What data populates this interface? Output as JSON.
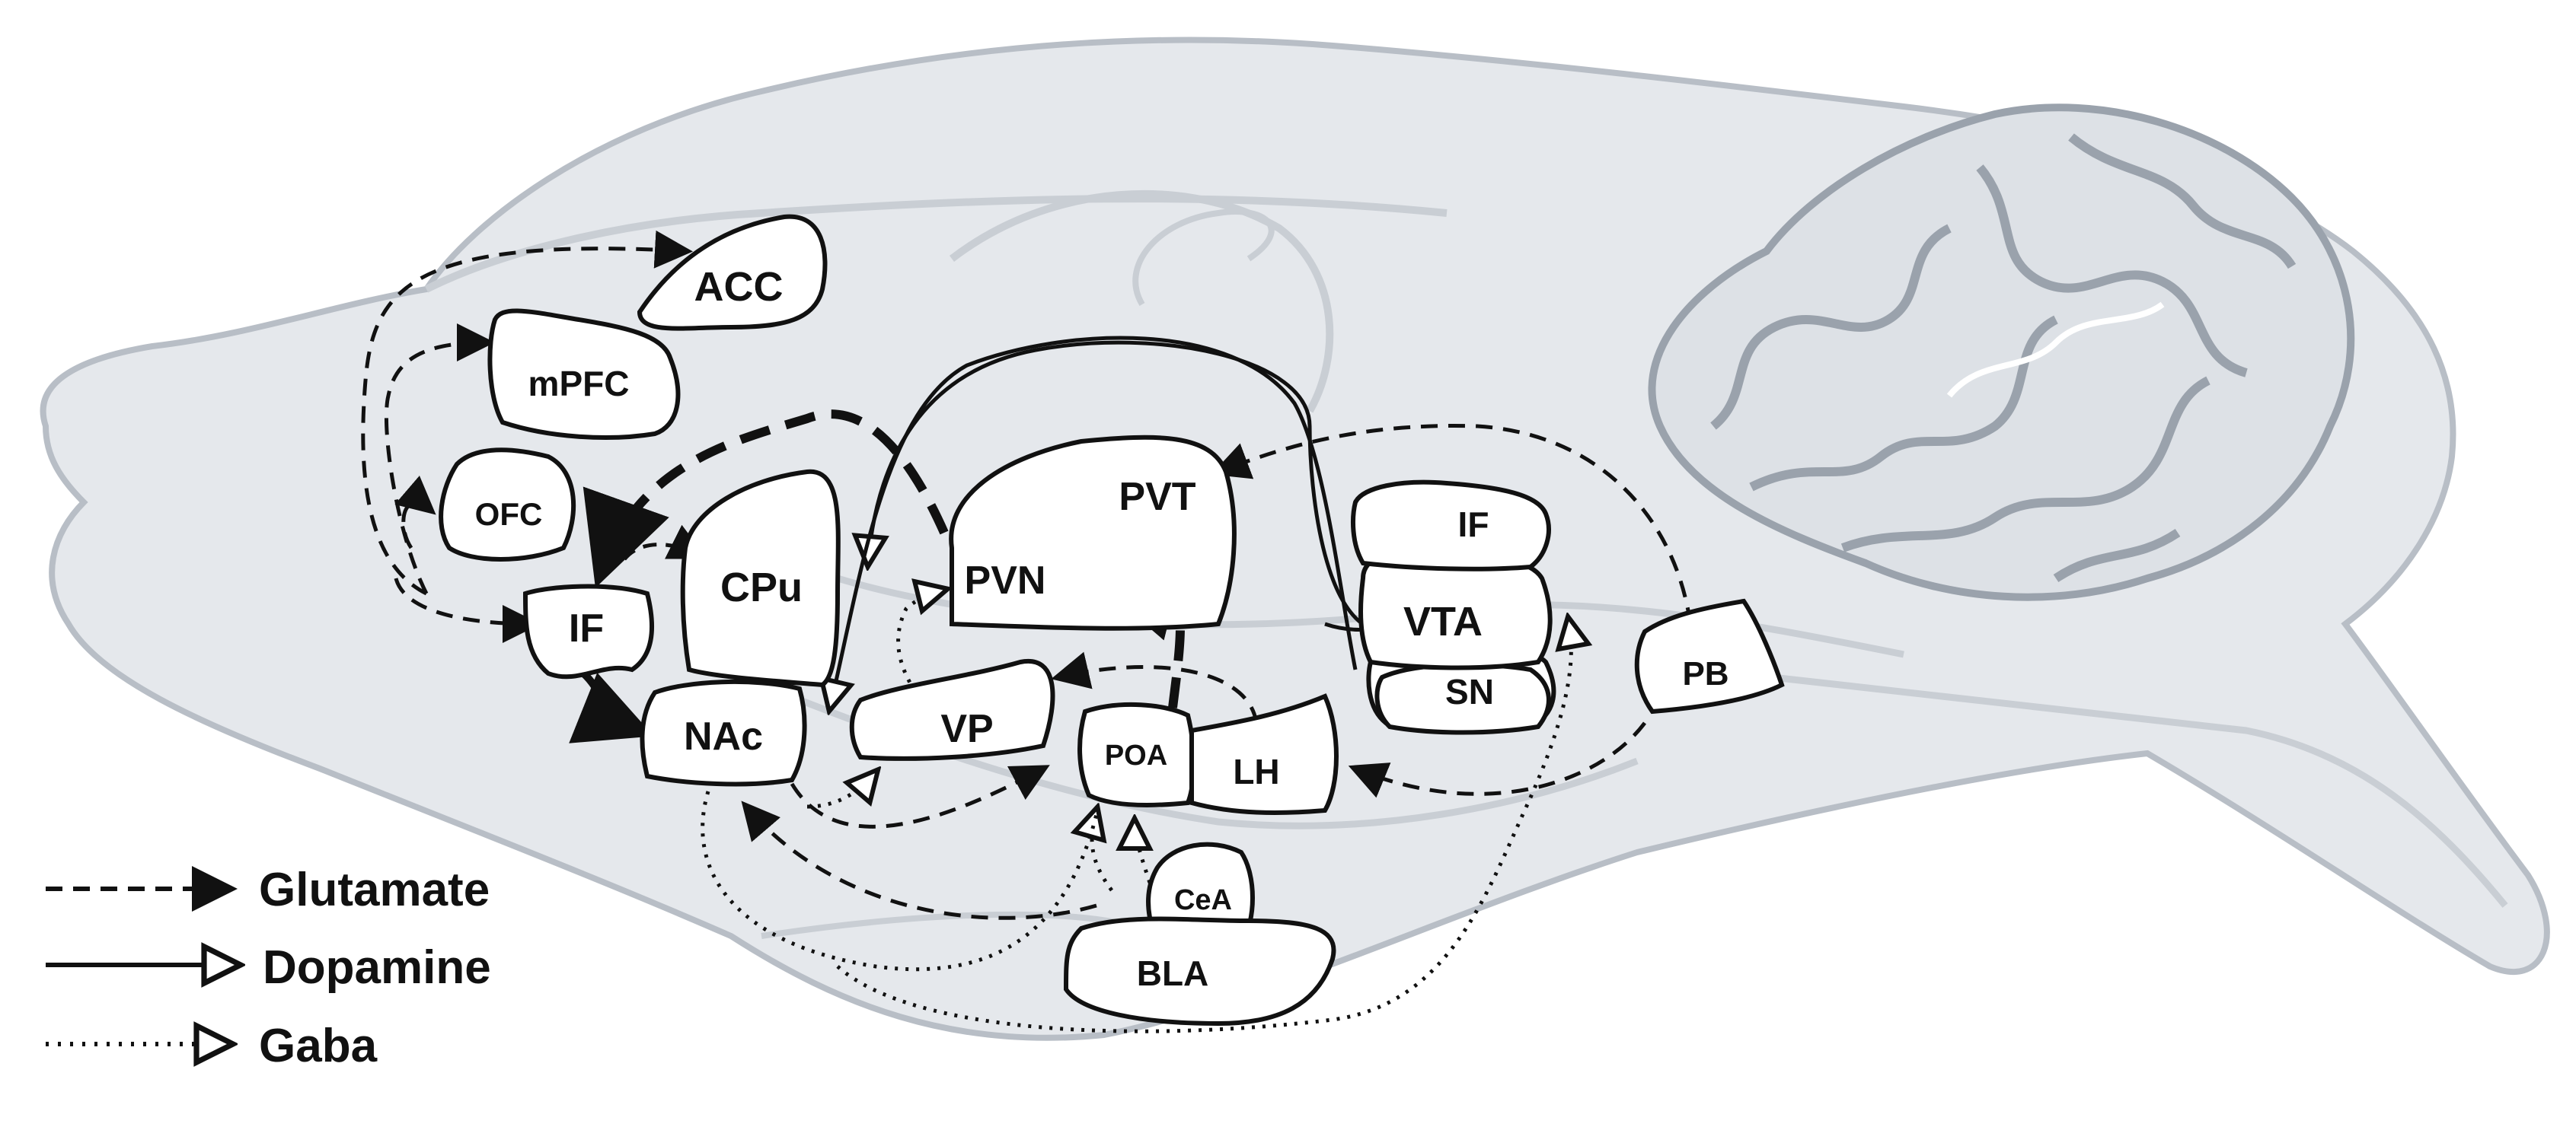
{
  "colors": {
    "brain_fill": "#e5e8ec",
    "brain_outline": "#b8bec6",
    "region_fill": "#ffffff",
    "line": "#111111"
  },
  "regions": {
    "acc": "ACC",
    "mpfc": "mPFC",
    "ofc": "OFC",
    "if_left": "IF",
    "cpu": "CPu",
    "nac": "NAc",
    "pvt": "PVT",
    "pvn": "PVN",
    "vp": "VP",
    "poa": "POA",
    "lh": "LH",
    "cea": "CeA",
    "bla": "BLA",
    "if_right": "IF",
    "vta": "VTA",
    "sn": "SN",
    "pb": "PB"
  },
  "legend": {
    "glutamate": "Glutamate",
    "dopamine": "Dopamine",
    "gaba": "Gaba"
  }
}
